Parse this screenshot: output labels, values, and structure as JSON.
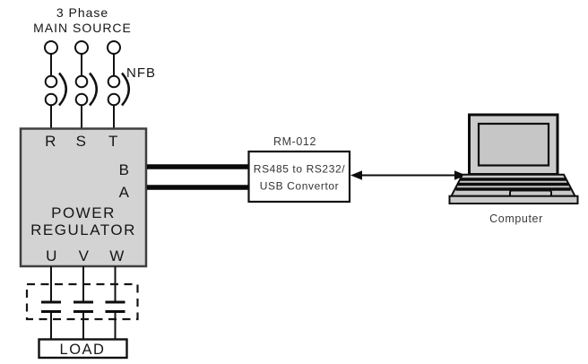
{
  "source": {
    "title_line1": "3 Phase",
    "title_line2": "MAIN SOURCE",
    "breaker_label": "NFB"
  },
  "regulator": {
    "name_line1": "POWER",
    "name_line2": "REGULATOR",
    "top_terminals": [
      "R",
      "S",
      "T"
    ],
    "bottom_terminals": [
      "U",
      "V",
      "W"
    ],
    "comm_terminals": [
      "B",
      "A"
    ]
  },
  "converter": {
    "model": "RM-012",
    "desc_line1": "RS485 to RS232/",
    "desc_line2": "USB Convertor"
  },
  "computer": {
    "label": "Computer"
  },
  "load": {
    "label": "LOAD"
  },
  "colors": {
    "regulator_fill": "#d3d3d3",
    "regulator_stroke": "#3f3f3f",
    "laptop_body_fill": "#cccccc",
    "laptop_screen_fill": "#c6c6c6",
    "line_color": "#111111",
    "box_fill": "#ffffff"
  }
}
